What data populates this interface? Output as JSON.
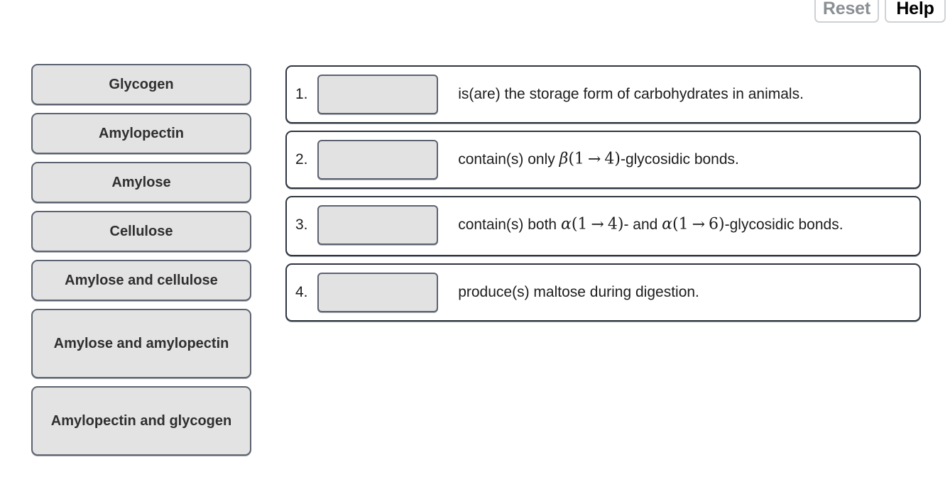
{
  "toolbar": {
    "reset_label": "Reset",
    "help_label": "Help"
  },
  "sources": {
    "items": [
      {
        "label": "Glycogen",
        "lines": 1
      },
      {
        "label": "Amylopectin",
        "lines": 1
      },
      {
        "label": "Amylose",
        "lines": 1
      },
      {
        "label": "Cellulose",
        "lines": 1
      },
      {
        "label": "Amylose and cellulose",
        "lines": 1
      },
      {
        "label": "Amylose and amylopectin",
        "lines": 2
      },
      {
        "label": "Amylopectin and glycogen",
        "lines": 2
      }
    ]
  },
  "statements": {
    "items": [
      {
        "number": "1.",
        "slot_value": "",
        "text_before": "is(are) the storage form of carbohydrates in animals.",
        "text_after": ""
      },
      {
        "number": "2.",
        "slot_value": "",
        "text_before": "contain(s) only ",
        "math1": {
          "greek": "β",
          "open": "(",
          "from": "1",
          "arrow": "→",
          "to": "4",
          "close": ")"
        },
        "text_mid": "-glycosidic bonds.",
        "text_after": ""
      },
      {
        "number": "3.",
        "slot_value": "",
        "text_before": "contain(s) both ",
        "math1": {
          "greek": "α",
          "open": "(",
          "from": "1",
          "arrow": "→",
          "to": "4",
          "close": ")"
        },
        "text_mid": "- and ",
        "math2": {
          "greek": "α",
          "open": "(",
          "from": "1",
          "arrow": "→",
          "to": "6",
          "close": ")"
        },
        "text_after": "-glycosidic bonds."
      },
      {
        "number": "4.",
        "slot_value": "",
        "text_before": "produce(s) maltose during digestion.",
        "text_after": ""
      }
    ]
  },
  "colors": {
    "source_fill": "#e3e3e3",
    "source_border": "#5c6370",
    "row_border": "#2f3640",
    "slot_fill": "#e2e2e2",
    "reset_text": "#8a8f94",
    "help_text": "#000000",
    "background": "#ffffff"
  }
}
